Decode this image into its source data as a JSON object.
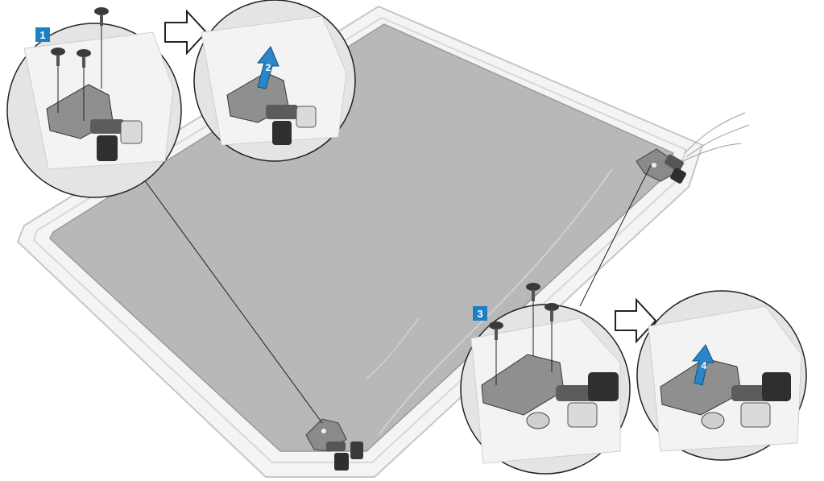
{
  "steps": {
    "one": "1",
    "two": "2",
    "three": "3",
    "four": "4"
  },
  "colors": {
    "panel": "#b8b8b8",
    "panel_edge": "#9a9a9a",
    "bezel": "#f2f2f2",
    "bezel_line": "#c9c9c9",
    "hinge_metal": "#7d7d7d",
    "hinge_dark": "#3f3f3f",
    "badge": "#1d7fc4",
    "arrow_blue": "#2a86c8"
  }
}
